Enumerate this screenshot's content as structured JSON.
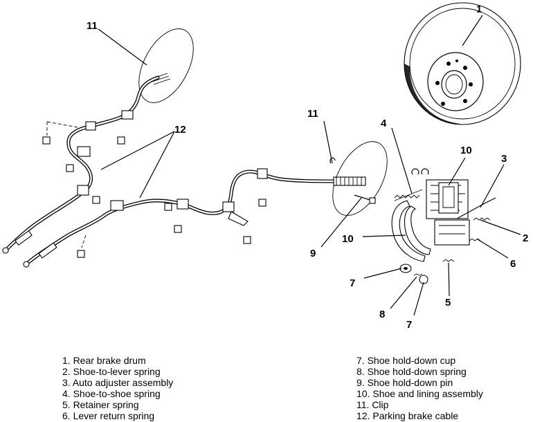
{
  "callouts": {
    "c1": "1",
    "c2": "2",
    "c3": "3",
    "c4": "4",
    "c5": "5",
    "c6": "6",
    "c7a": "7",
    "c7b": "7",
    "c8": "8",
    "c9": "9",
    "c10a": "10",
    "c10b": "10",
    "c11a": "11",
    "c11b": "11",
    "c12": "12"
  },
  "legend_left": [
    "1. Rear brake drum",
    "2. Shoe-to-lever spring",
    "3. Auto adjuster assembly",
    "4. Shoe-to-shoe spring",
    "5. Retainer spring",
    "6. Lever return spring"
  ],
  "legend_right": [
    "7. Shoe hold-down cup",
    "8. Shoe hold-down spring",
    "9. Shoe hold-down pin",
    "10. Shoe and lining assembly",
    "11. Clip",
    "12. Parking brake cable"
  ]
}
